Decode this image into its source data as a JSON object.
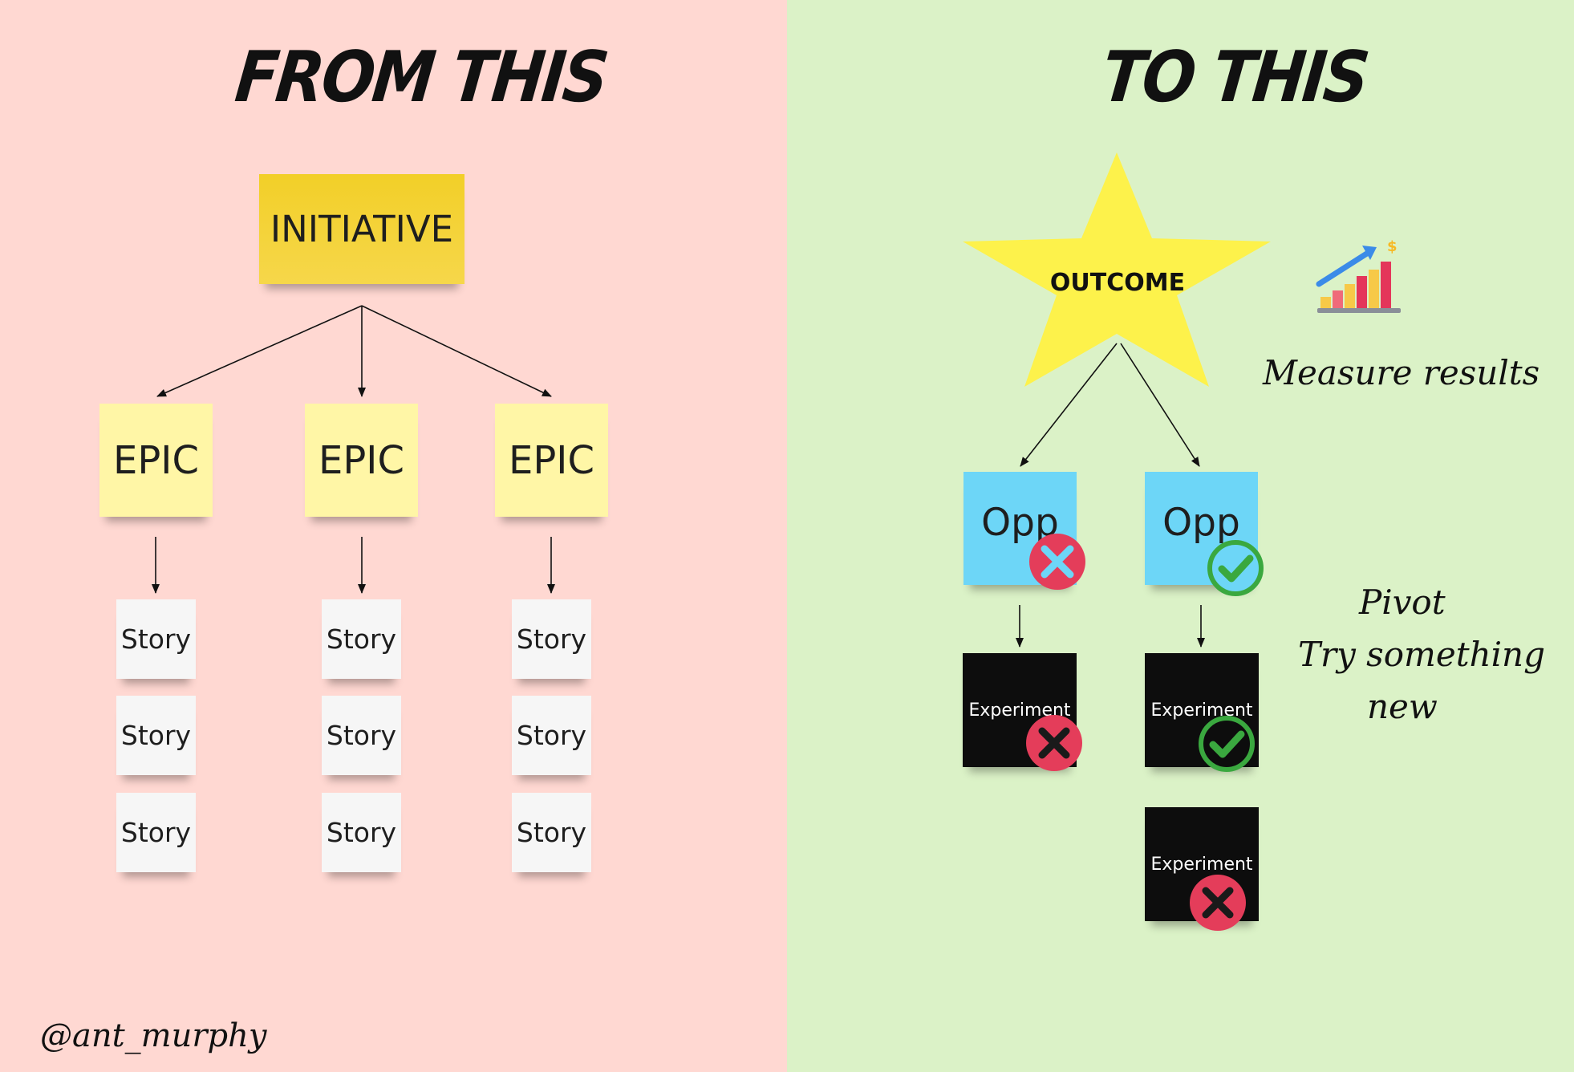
{
  "left": {
    "heading": "FROM THIS",
    "initiative": "INITIATIVE",
    "epics": [
      "EPIC",
      "EPIC",
      "EPIC"
    ],
    "stories": [
      "Story",
      "Story",
      "Story",
      "Story",
      "Story",
      "Story",
      "Story",
      "Story",
      "Story"
    ],
    "handle": "@ant_murphy"
  },
  "right": {
    "heading": "TO THIS",
    "outcome": "OUTCOME",
    "measure": "Measure results",
    "opps": [
      "Opp",
      "Opp"
    ],
    "experiments": [
      "Experiment",
      "Experiment",
      "Experiment"
    ],
    "pivot": [
      "Pivot",
      "Try something",
      "new"
    ]
  },
  "colors": {
    "left_bg": "#ffd8d2",
    "right_bg": "#dbf2c7",
    "initiative": "#f2cf28",
    "epic": "#fff6a6",
    "story": "#f6f6f6",
    "outcome_star": "#fdf24b",
    "opp": "#6dd6f7",
    "experiment": "#0d0d0d",
    "fail_badge": "#e43d5a",
    "success_badge": "#3aa83f"
  },
  "icons": {
    "chart": "growth-chart-icon",
    "fail": "cross-icon",
    "success": "check-icon"
  }
}
